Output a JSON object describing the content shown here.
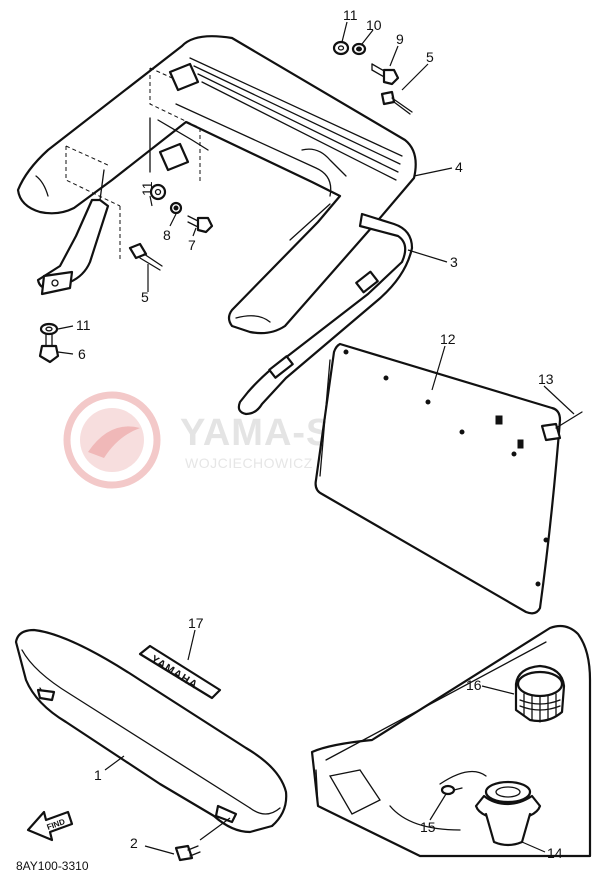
{
  "diagram_code": "8AY100-3310",
  "watermark": {
    "title": "YAMA-SKLEP.PL",
    "subtitle": "WOJCIECHOWICZ I DEALER YAMAHA"
  },
  "emblem_text": "YAMAHA",
  "find_label": "FIND",
  "callouts": {
    "c1": "1",
    "c2": "2",
    "c3": "3",
    "c4": "4",
    "c5a": "5",
    "c5b": "5",
    "c6": "6",
    "c7": "7",
    "c8": "8",
    "c9": "9",
    "c10": "10",
    "c11a": "11",
    "c11b": "11",
    "c11c": "11",
    "c12": "12",
    "c13": "13",
    "c14": "14",
    "c15": "15",
    "c16": "16",
    "c17": "17"
  },
  "colors": {
    "line": "#111111",
    "watermark_logo": "#f3c9c9",
    "watermark_text": "#e4e4e4"
  }
}
